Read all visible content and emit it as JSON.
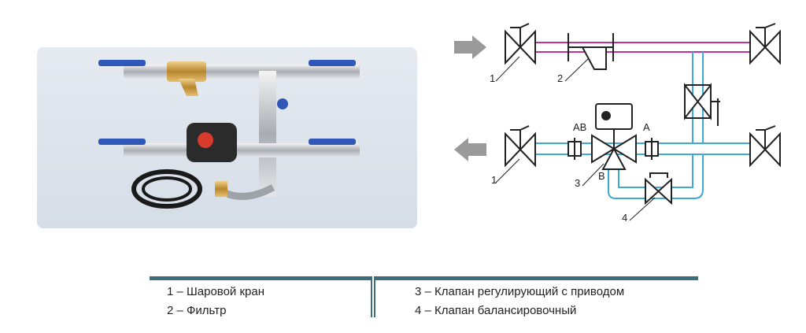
{
  "colors": {
    "hot_pipe": "#c2309b",
    "cold_pipe": "#3eaad8",
    "outline": "#222222",
    "legend_bar": "#3d6e7e",
    "arrow": "#9a9a9a"
  },
  "schematic": {
    "callouts": {
      "top_valve": "1",
      "filter": "2",
      "bottom_valve": "1",
      "control_valve": "3",
      "balancing_valve": "4"
    },
    "ports": {
      "ab": "AB",
      "a": "A",
      "b": "B"
    }
  },
  "legend": {
    "left": [
      "1 – Шаровой кран",
      "2 – Фильтр"
    ],
    "right": [
      "3 – Клапан регулирующий с приводом",
      "4 – Клапан балансировочный"
    ]
  }
}
